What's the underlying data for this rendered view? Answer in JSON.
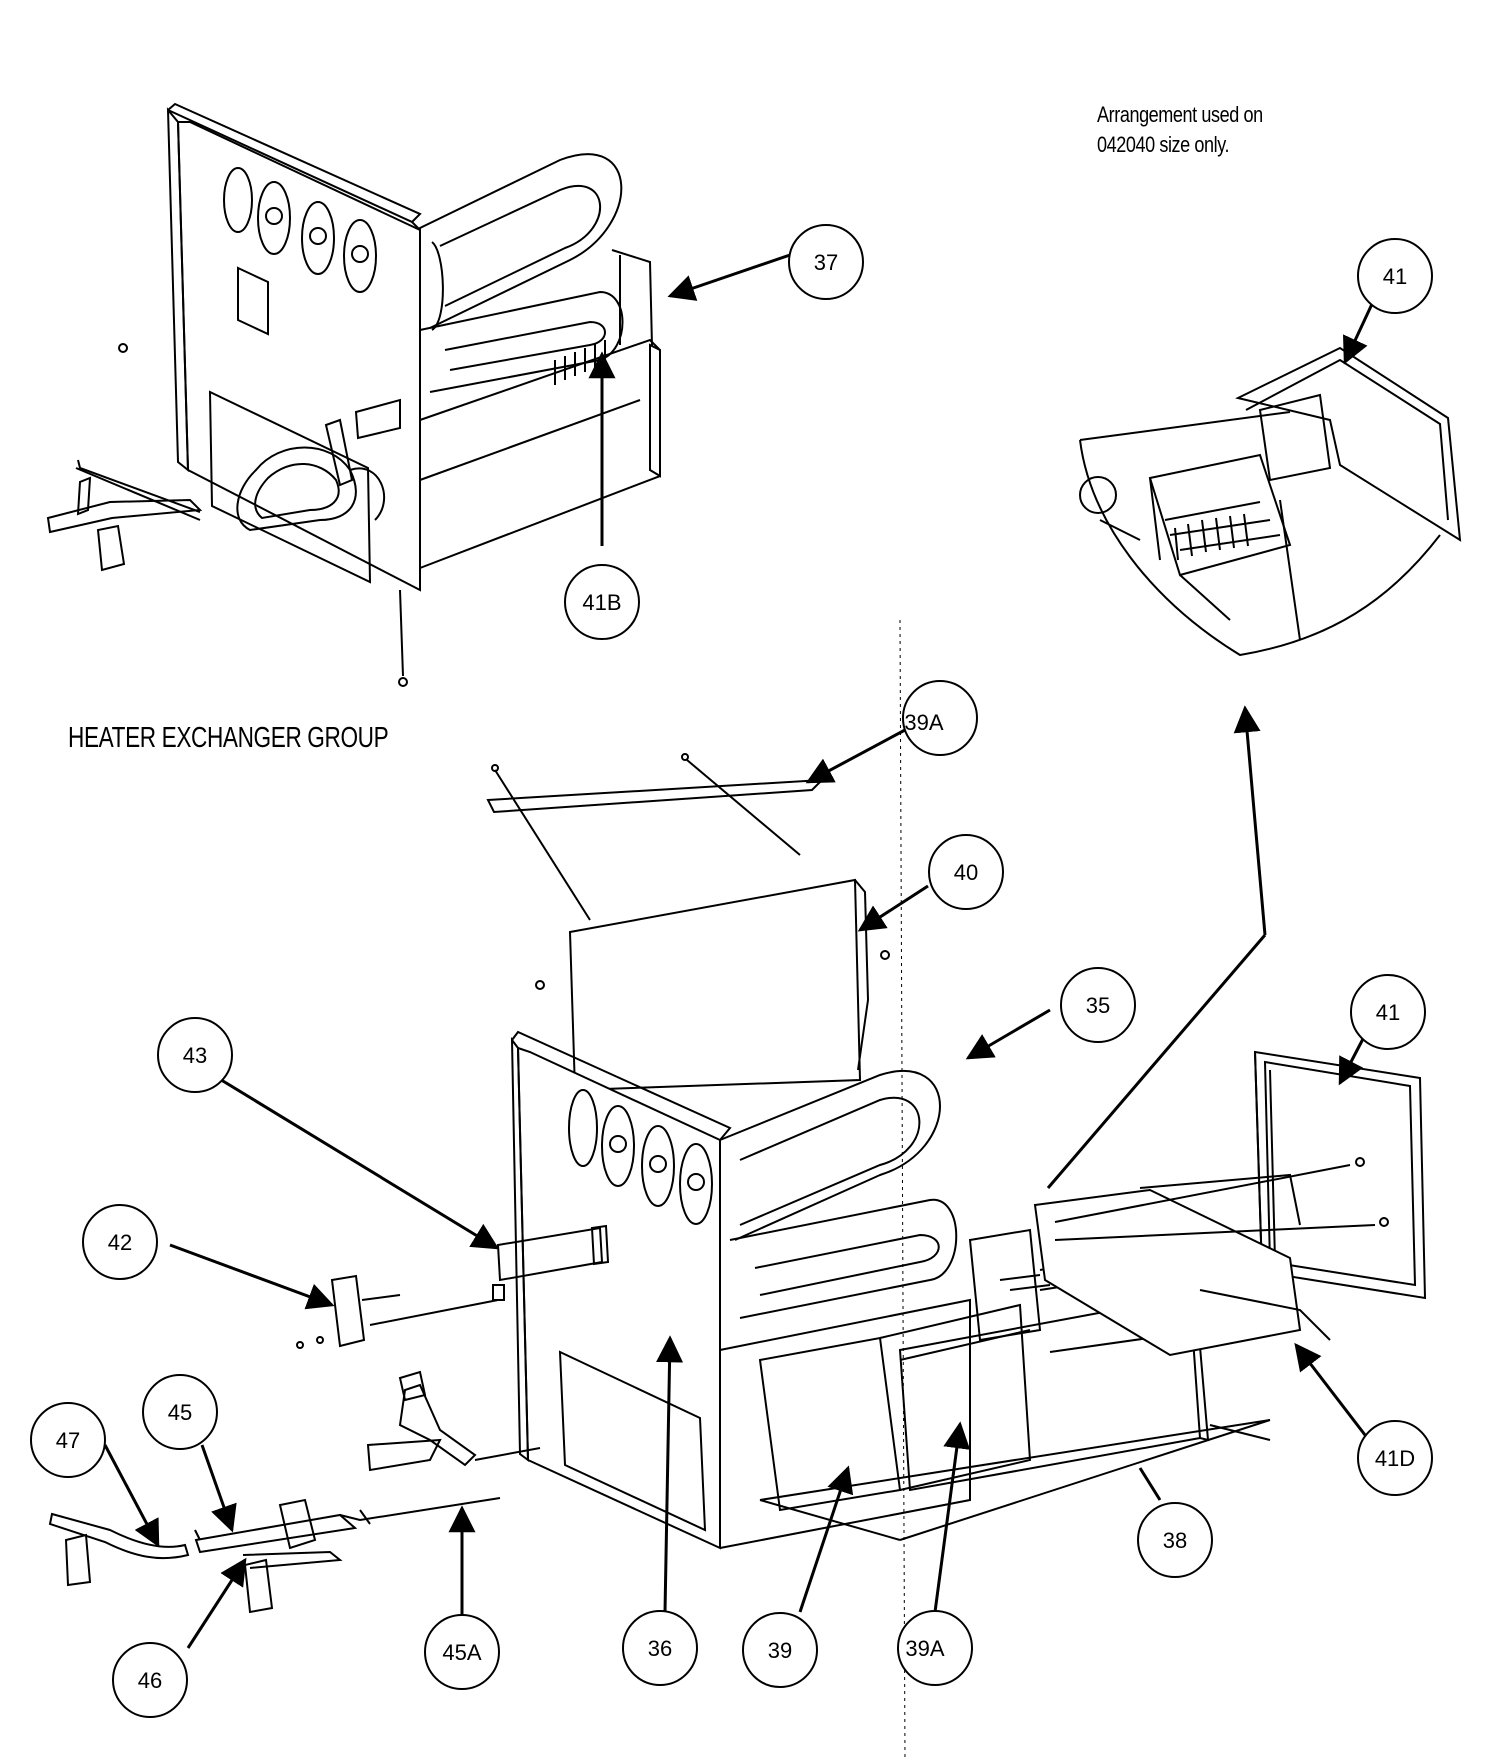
{
  "title": "HEATER EXCHANGER GROUP",
  "note": {
    "line1": "Arrangement used on",
    "line2": "042040 size only."
  },
  "callouts": {
    "c37": "37",
    "c41b": "41B",
    "c41_inset": "41",
    "c39a_top": "39A",
    "c40": "40",
    "c35": "35",
    "c41": "41",
    "c43": "43",
    "c42": "42",
    "c47": "47",
    "c45": "45",
    "c41d": "41D",
    "c38": "38",
    "c46": "46",
    "c45a": "45A",
    "c36": "36",
    "c39": "39",
    "c39a_bottom": "39A"
  },
  "colors": {
    "line": "#000000",
    "background": "#ffffff"
  }
}
